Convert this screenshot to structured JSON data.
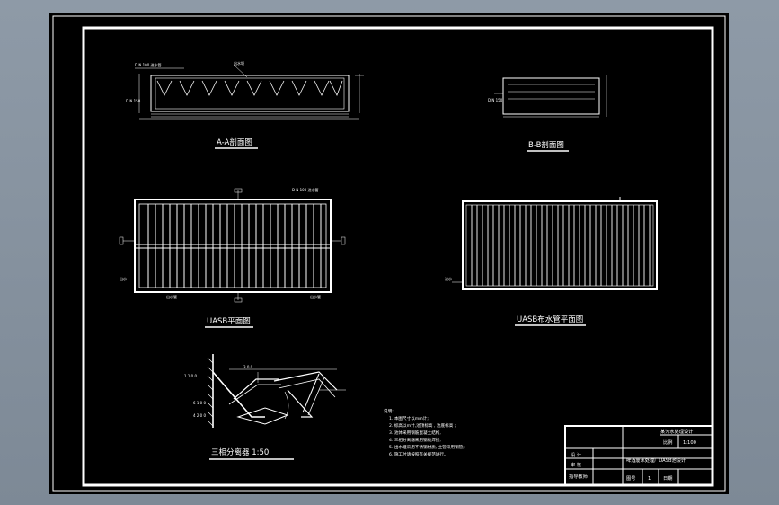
{
  "views": {
    "section_aa": {
      "title": "A-A剖面图"
    },
    "section_bb": {
      "title": "B-B剖面图"
    },
    "plan": {
      "title": "UASB平面图"
    },
    "plan_pipe": {
      "title": "UASB布水管平面图"
    },
    "separator": {
      "title": "三相分离器 1:50"
    }
  },
  "notes": {
    "heading": "说明:",
    "lines": [
      "1. 本图尺寸以mm计;",
      "2. 标高以m计,池顶标高 , 池底标高 ;",
      "3. 池体采用钢筋混凝土结构,",
      "4. 三相分离器采用钢板焊接,",
      "5. 出水堰采用不锈钢材质, 主管采用钢管;",
      "6. 施工时请按照有关规范进行。"
    ]
  },
  "title_block": {
    "company": "某污水处理设计",
    "scale_label": "比例",
    "scale": "1:100",
    "project": "啤酒废水处理厂UASB池设计",
    "role_design": "设 计",
    "role_check": "审 核",
    "role_advisor": "指导教师",
    "sheet_label": "图号",
    "sheet_no": "1",
    "date_label": "日期"
  },
  "colors": {
    "background": "#000000",
    "line": "#ffffff",
    "window": "#8e9aa7"
  }
}
